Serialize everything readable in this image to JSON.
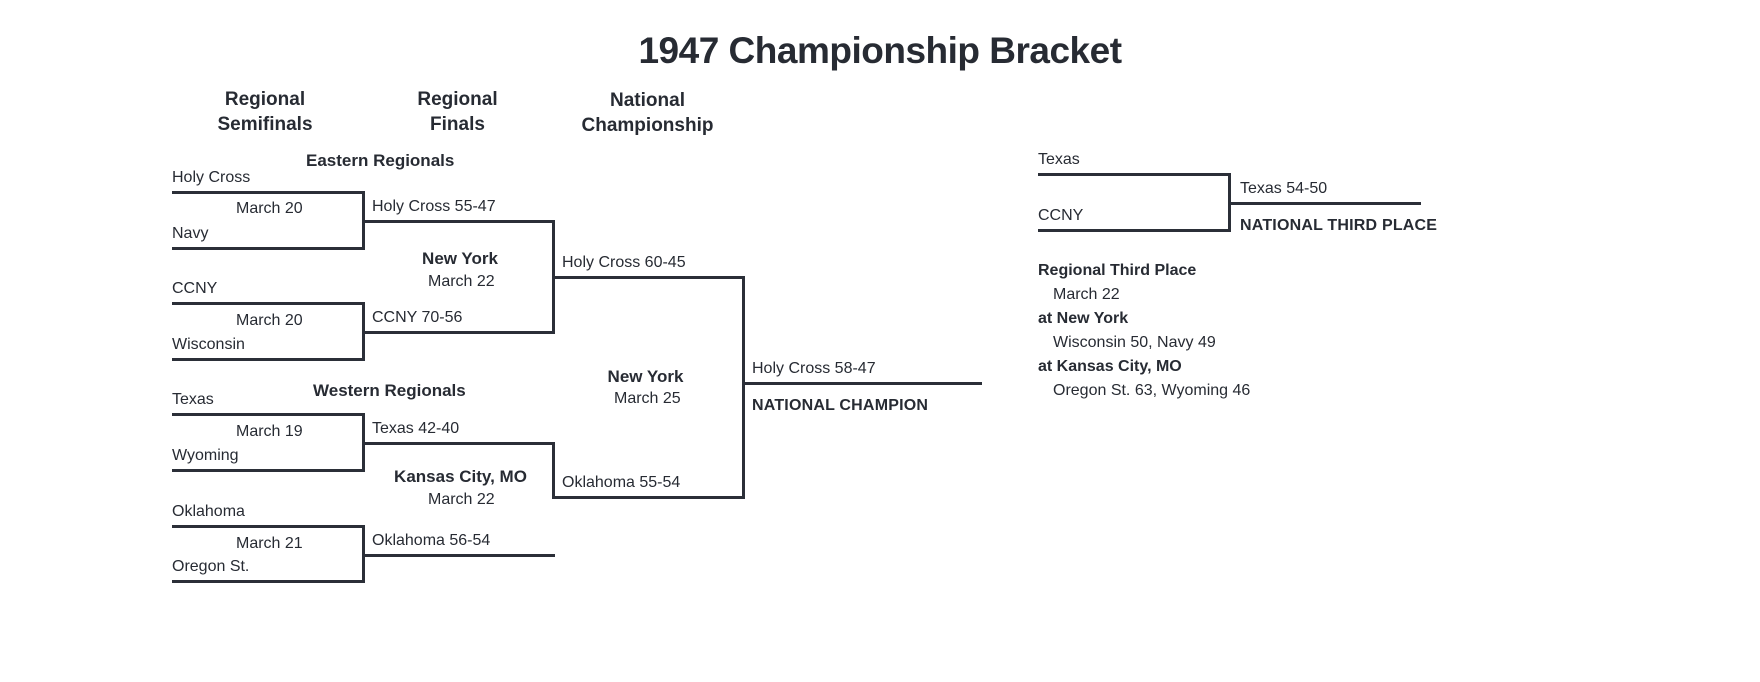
{
  "title": "1947 Championship Bracket",
  "columns": {
    "semifinals": "Regional\nSemifinals",
    "semifinals_l1": "Regional",
    "semifinals_l2": "Semifinals",
    "finals_l1": "Regional",
    "finals_l2": "Finals",
    "national_l1": "National",
    "national_l2": "Championship"
  },
  "regions": {
    "east": "Eastern Regionals",
    "west": "Western Regionals"
  },
  "east": {
    "top": {
      "team1": "Holy Cross",
      "team2": "Navy",
      "date": "March 20",
      "result": "Holy Cross 55-47"
    },
    "bottom": {
      "team1": "CCNY",
      "team2": "Wisconsin",
      "date": "March 20",
      "result": "CCNY 70-56"
    },
    "final": {
      "site": "New York",
      "date": "March 22",
      "result": "Holy Cross 60-45"
    }
  },
  "west": {
    "top": {
      "team1": "Texas",
      "team2": "Wyoming",
      "date": "March 19",
      "result": "Texas 42-40"
    },
    "bottom": {
      "team1": "Oklahoma",
      "team2": "Oregon St.",
      "date": "March 21",
      "result": "Oklahoma 56-54"
    },
    "final": {
      "site": "Kansas City, MO",
      "date": "March 22",
      "result": "Oklahoma 55-54"
    }
  },
  "championship": {
    "site": "New York",
    "date": "March 25",
    "result": "Holy Cross 58-47",
    "banner": "NATIONAL CHAMPION"
  },
  "third_place_game": {
    "team1": "Texas",
    "team2": "CCNY",
    "result": "Texas 54-50",
    "banner": "NATIONAL THIRD PLACE"
  },
  "regional_third_place": {
    "heading": "Regional Third Place",
    "date": "March 22",
    "site1": "at New York",
    "result1": "Wisconsin 50, Navy 49",
    "site2": "at Kansas City, MO",
    "result2": "Oregon St. 63, Wyoming 46"
  },
  "colors": {
    "ink": "#2b2f38",
    "background": "#ffffff"
  }
}
